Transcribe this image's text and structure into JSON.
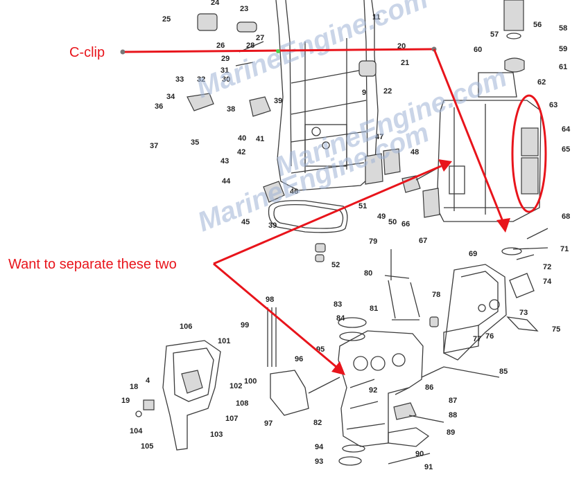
{
  "annotations": {
    "c_clip": "C-clip",
    "separate": "Want to separate these two"
  },
  "watermarks": [
    "MarineEngine.com",
    "MarineEngine.com",
    "MarineEngine.com"
  ],
  "part_labels": [
    "23",
    "24",
    "25",
    "11",
    "26",
    "27",
    "28",
    "20",
    "57",
    "56",
    "58",
    "59",
    "60",
    "61",
    "21",
    "33",
    "31",
    "32",
    "30",
    "29",
    "9",
    "22",
    "62",
    "34",
    "36",
    "38",
    "39",
    "63",
    "37",
    "40",
    "35",
    "41",
    "64",
    "42",
    "47",
    "48",
    "65",
    "43",
    "44",
    "46",
    "45",
    "39",
    "51",
    "49",
    "50",
    "66",
    "67",
    "68",
    "69",
    "71",
    "79",
    "52",
    "72",
    "74",
    "80",
    "83",
    "84",
    "81",
    "78",
    "73",
    "98",
    "106",
    "99",
    "101",
    "95",
    "77",
    "76",
    "75",
    "96",
    "18",
    "4",
    "102",
    "100",
    "92",
    "86",
    "85",
    "19",
    "104",
    "108",
    "107",
    "103",
    "105",
    "97",
    "82",
    "87",
    "88",
    "89",
    "94",
    "90",
    "93",
    "91"
  ],
  "colors": {
    "annotation": "#e8141b",
    "watermark": "#9fb4d6",
    "line_art": "#3a3a3a"
  }
}
